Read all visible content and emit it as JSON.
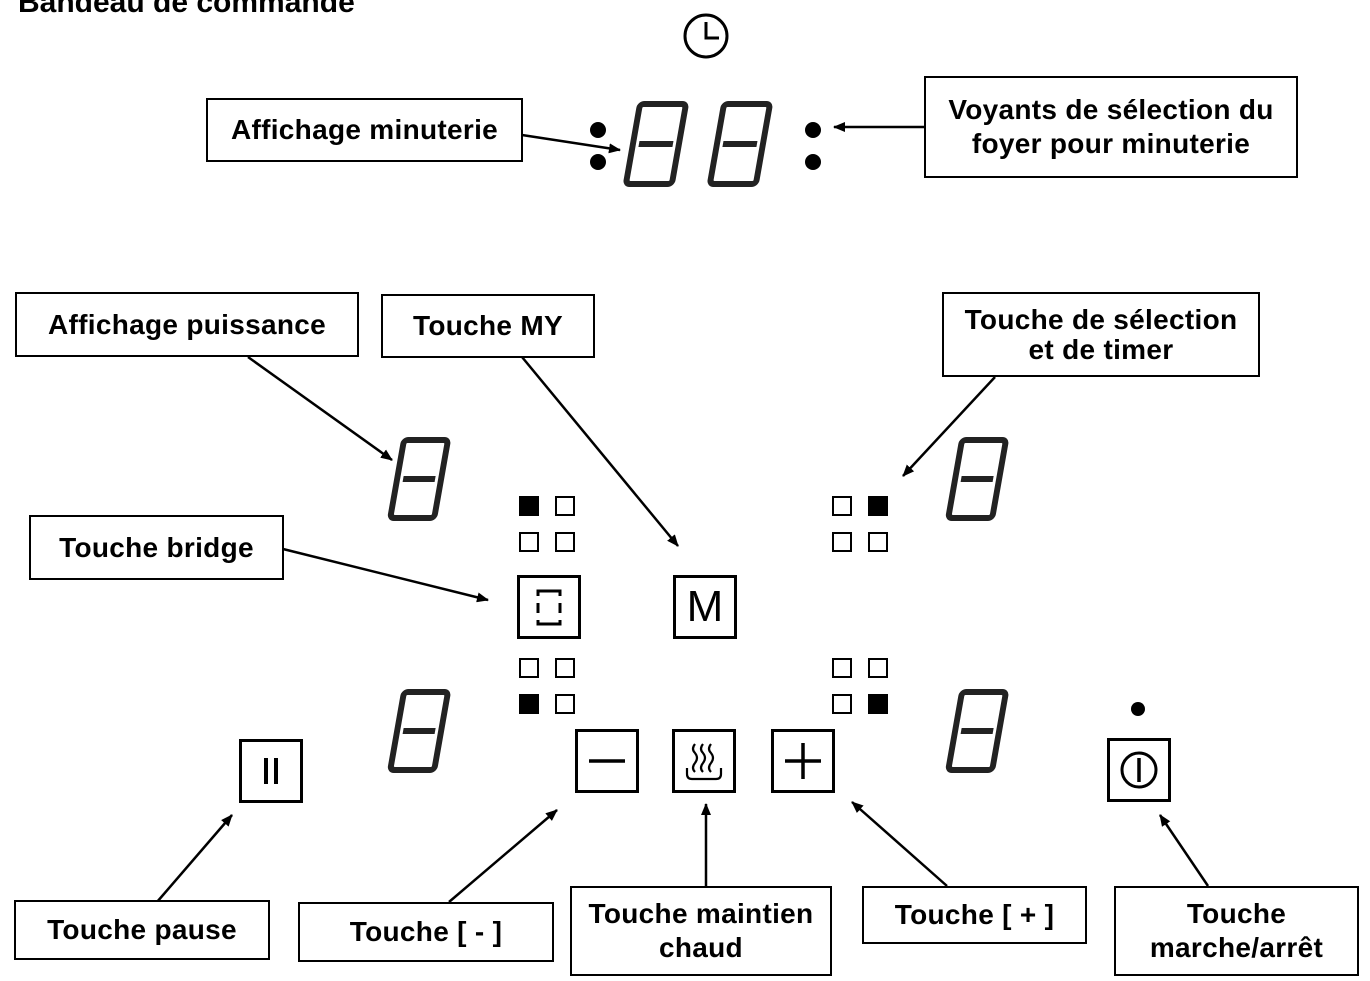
{
  "title": "Bandeau de commande",
  "labels": {
    "affichage_minuterie": "Affichage minuterie",
    "voyants_selection": "Voyants de sélection du\nfoyer pour minuterie",
    "affichage_puissance": "Affichage puissance",
    "touche_my": "Touche MY",
    "touche_selection_timer": "Touche de sélection\net de timer",
    "touche_bridge": "Touche bridge",
    "touche_pause": "Touche pause",
    "touche_moins": "Touche [ - ]",
    "touche_maintien_chaud": "Touche maintien\nchaud",
    "touche_plus": "Touche [ + ]",
    "touche_marche_arret": "Touche\nmarche/arrêt"
  },
  "keys": {
    "my_symbol": "M",
    "minus_symbol": "−",
    "plus_symbol": "+",
    "pause_symbol": "II"
  },
  "icons": [
    "clock-icon",
    "bridge-icon",
    "keep-warm-icon",
    "power-icon",
    "seven-segment-digit"
  ]
}
